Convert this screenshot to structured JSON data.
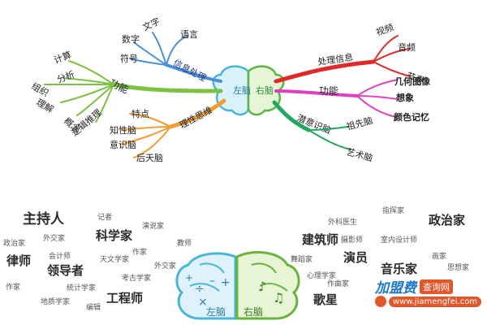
{
  "mindmap": {
    "center": {
      "left": "左脑",
      "right": "右脑"
    },
    "left": {
      "info": {
        "label": "信息处理",
        "children": [
          "数字",
          "文字",
          "语言",
          "符号"
        ]
      },
      "function": {
        "label": "功能",
        "children": [
          "计算",
          "分析",
          "组织",
          "理解",
          "概念",
          "逻辑推理"
        ]
      },
      "rational": {
        "label": "理性思维",
        "children": [
          "特点",
          "知性脑",
          "意识脑",
          "后天脑"
        ]
      }
    },
    "right": {
      "info": {
        "label": "处理信息",
        "children": [
          "视频",
          "音频",
          "节奏"
        ]
      },
      "function": {
        "label": "功能",
        "children": [
          "几何图像",
          "想象",
          "颜色记忆"
        ]
      },
      "subconscious": {
        "label": "潜意识脑",
        "children": [
          "祖先脑",
          "艺术脑"
        ]
      }
    }
  },
  "wordcloud": {
    "left": [
      "主持人",
      "记者",
      "演说家",
      "政治家",
      "外交家",
      "科学家",
      "律师",
      "会计师",
      "作家",
      "教师",
      "领导者",
      "天文学家",
      "外交家",
      "作家",
      "统计学家",
      "考古学家",
      "地质学家",
      "工程师",
      "编辑"
    ],
    "right": [
      "指挥家",
      "政治家",
      "外科医生",
      "建筑师",
      "摄影师",
      "室内设计师",
      "舞蹈家",
      "演员",
      "画家",
      "心理学家",
      "音乐家",
      "思想家",
      "作曲家",
      "歌星"
    ],
    "brain": {
      "left": "左脑",
      "right": "右脑",
      "symbols": [
        "÷",
        "–",
        "+",
        "×",
        "+",
        "♪",
        "♫"
      ]
    }
  },
  "watermark": {
    "brand": "加盟费",
    "tag": "查询网",
    "url": "www.jiamengfei.com"
  },
  "colors": {
    "info_left": "#4a90d9",
    "function_left": "#7bc142",
    "rational": "#f39c34",
    "info_right": "#e02a2a",
    "function_right": "#e040c0",
    "subconscious": "#22a860",
    "brain_left": "#6cc3e8",
    "brain_right": "#b5db6a"
  }
}
